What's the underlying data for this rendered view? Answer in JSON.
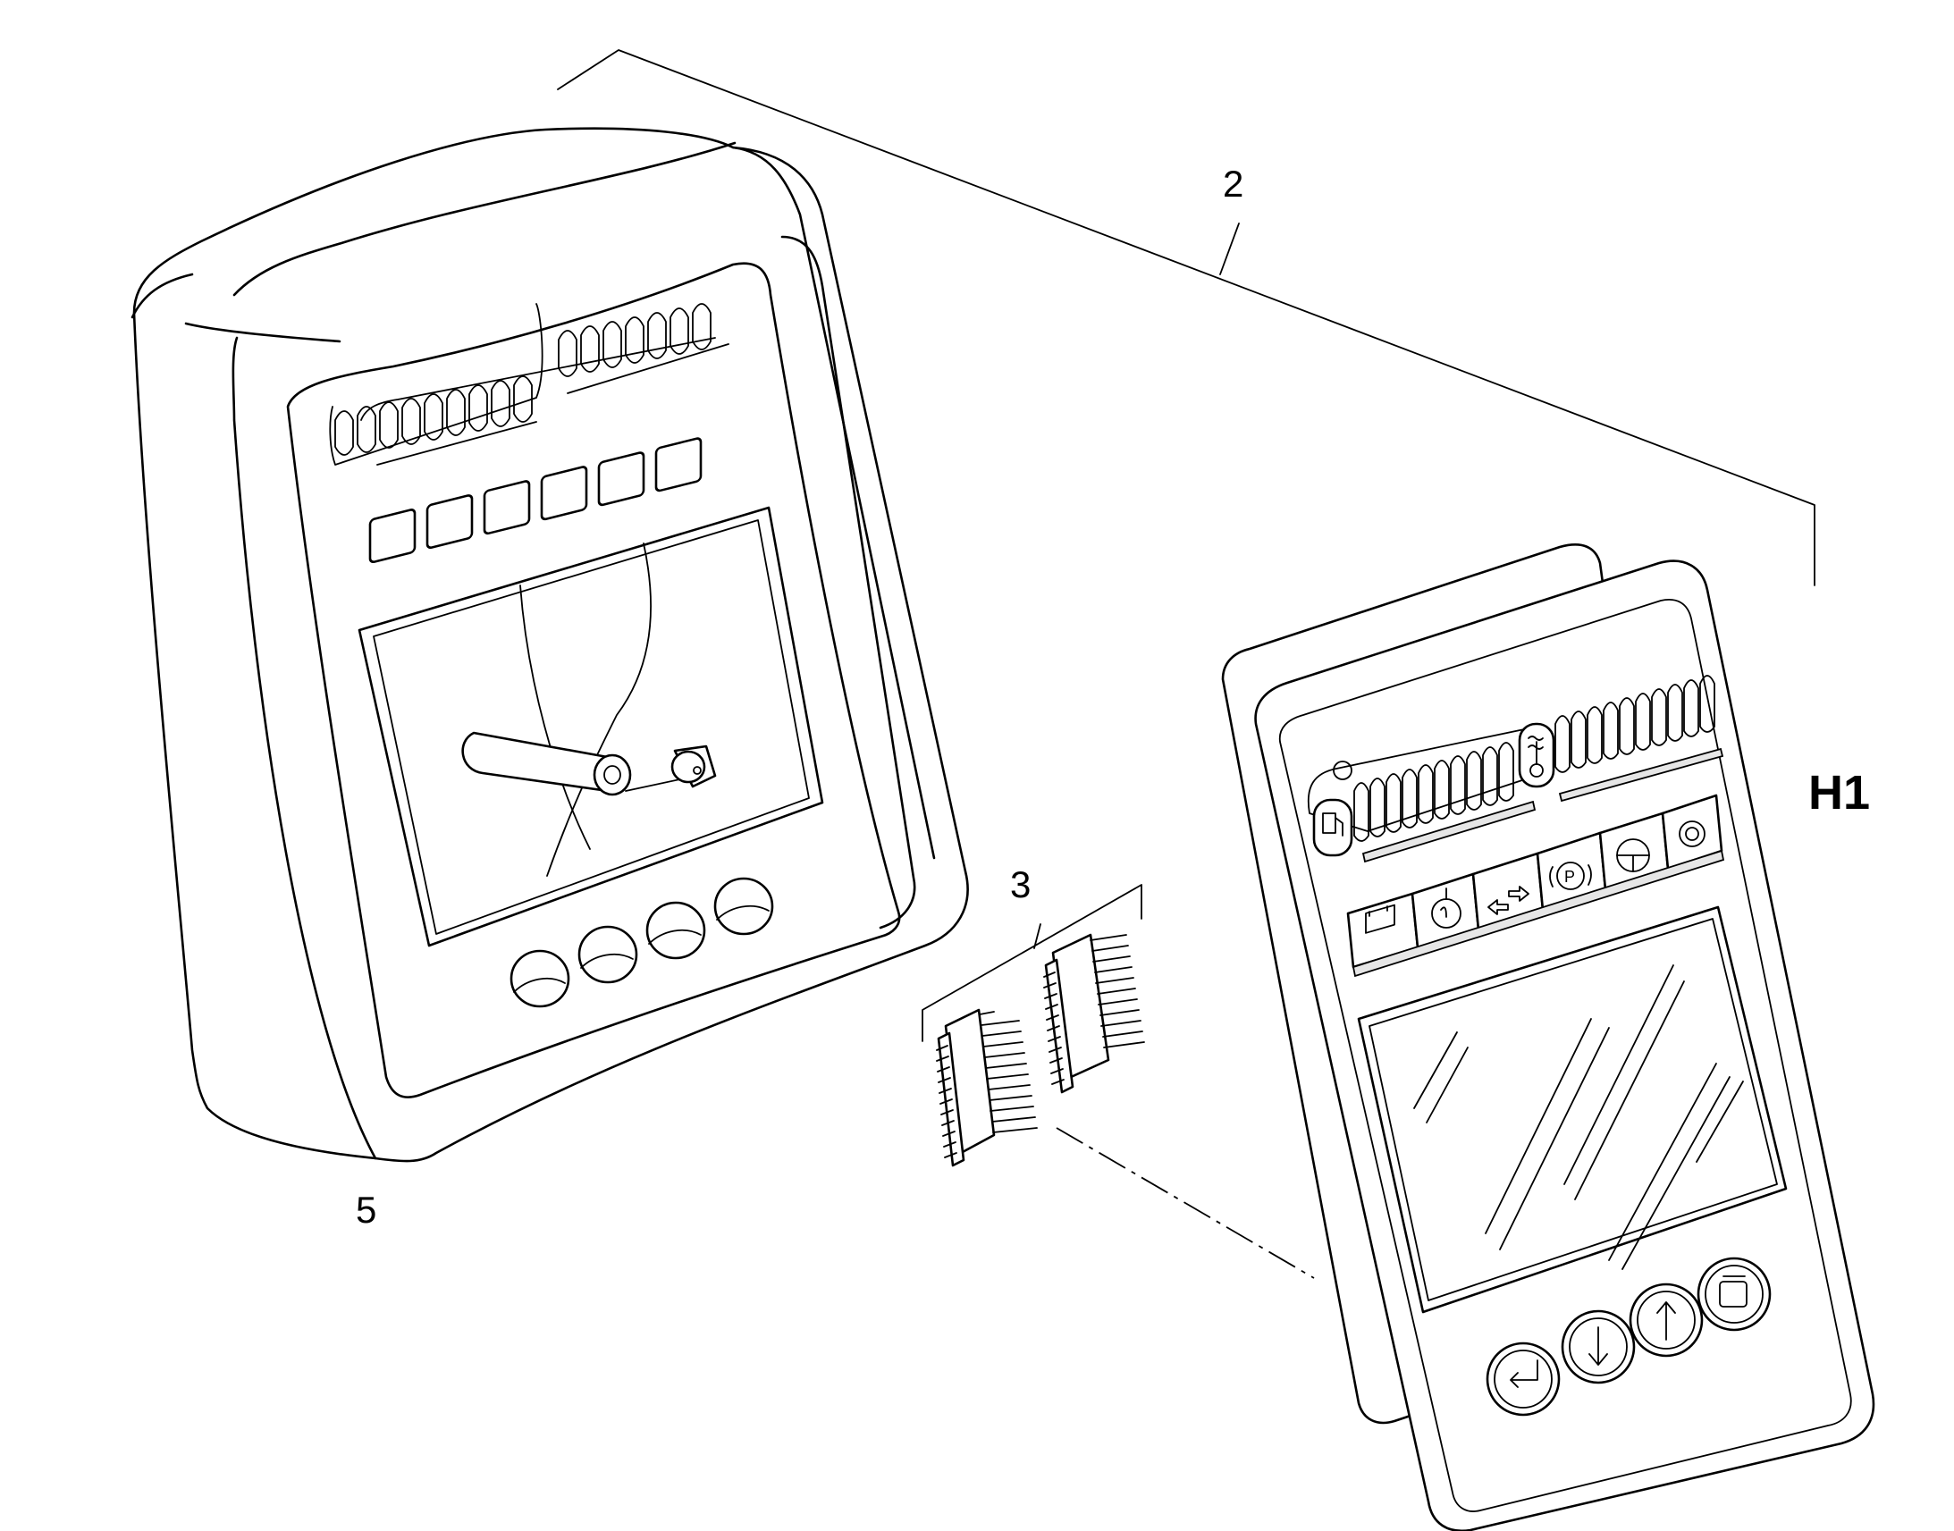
{
  "callouts": {
    "assembly_number": "2",
    "chip_number": "3",
    "housing_number": "5",
    "reference_code": "H1"
  },
  "icons": [
    "fuel-icon",
    "temperature-icon",
    "battery-icon",
    "oil-pressure-icon",
    "turn-signal-icon",
    "parking-brake-icon",
    "steering-icon",
    "brake-warning-icon",
    "enter-icon",
    "arrow-down-icon",
    "arrow-up-icon",
    "menu-icon"
  ]
}
